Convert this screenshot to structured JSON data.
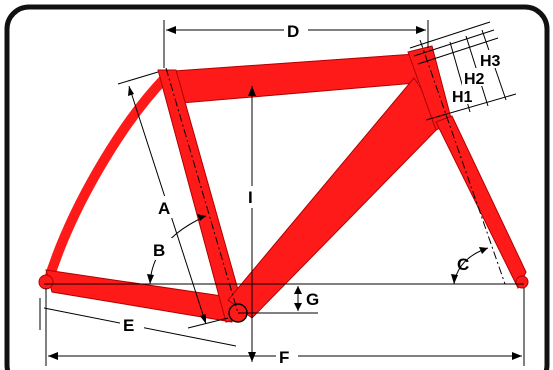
{
  "labels": {
    "a": "A",
    "b": "B",
    "c": "C",
    "d": "D",
    "e": "E",
    "f": "F",
    "g": "G",
    "h1": "H1",
    "h2": "H2",
    "h3": "H3",
    "i": "I"
  },
  "colors": {
    "frame": "#ff1a1a",
    "frame_edge": "#8a0000",
    "lines": "#000000",
    "border": "#111111",
    "background": "#ffffff"
  }
}
